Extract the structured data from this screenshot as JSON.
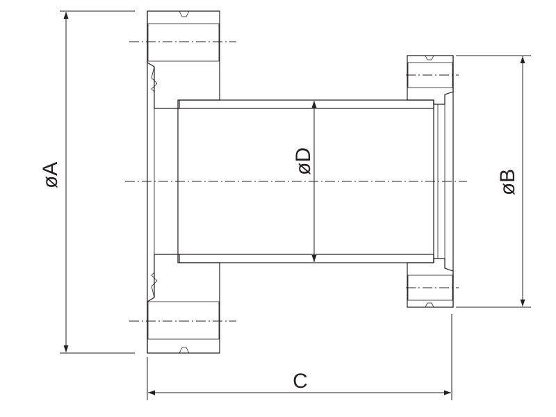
{
  "labels": {
    "dim_a": "øA",
    "dim_b": "øB",
    "dim_c": "C",
    "dim_d": "øD"
  },
  "colors": {
    "line": "#231f20",
    "section_fill": "#dcdcdc",
    "background": "#ffffff"
  }
}
